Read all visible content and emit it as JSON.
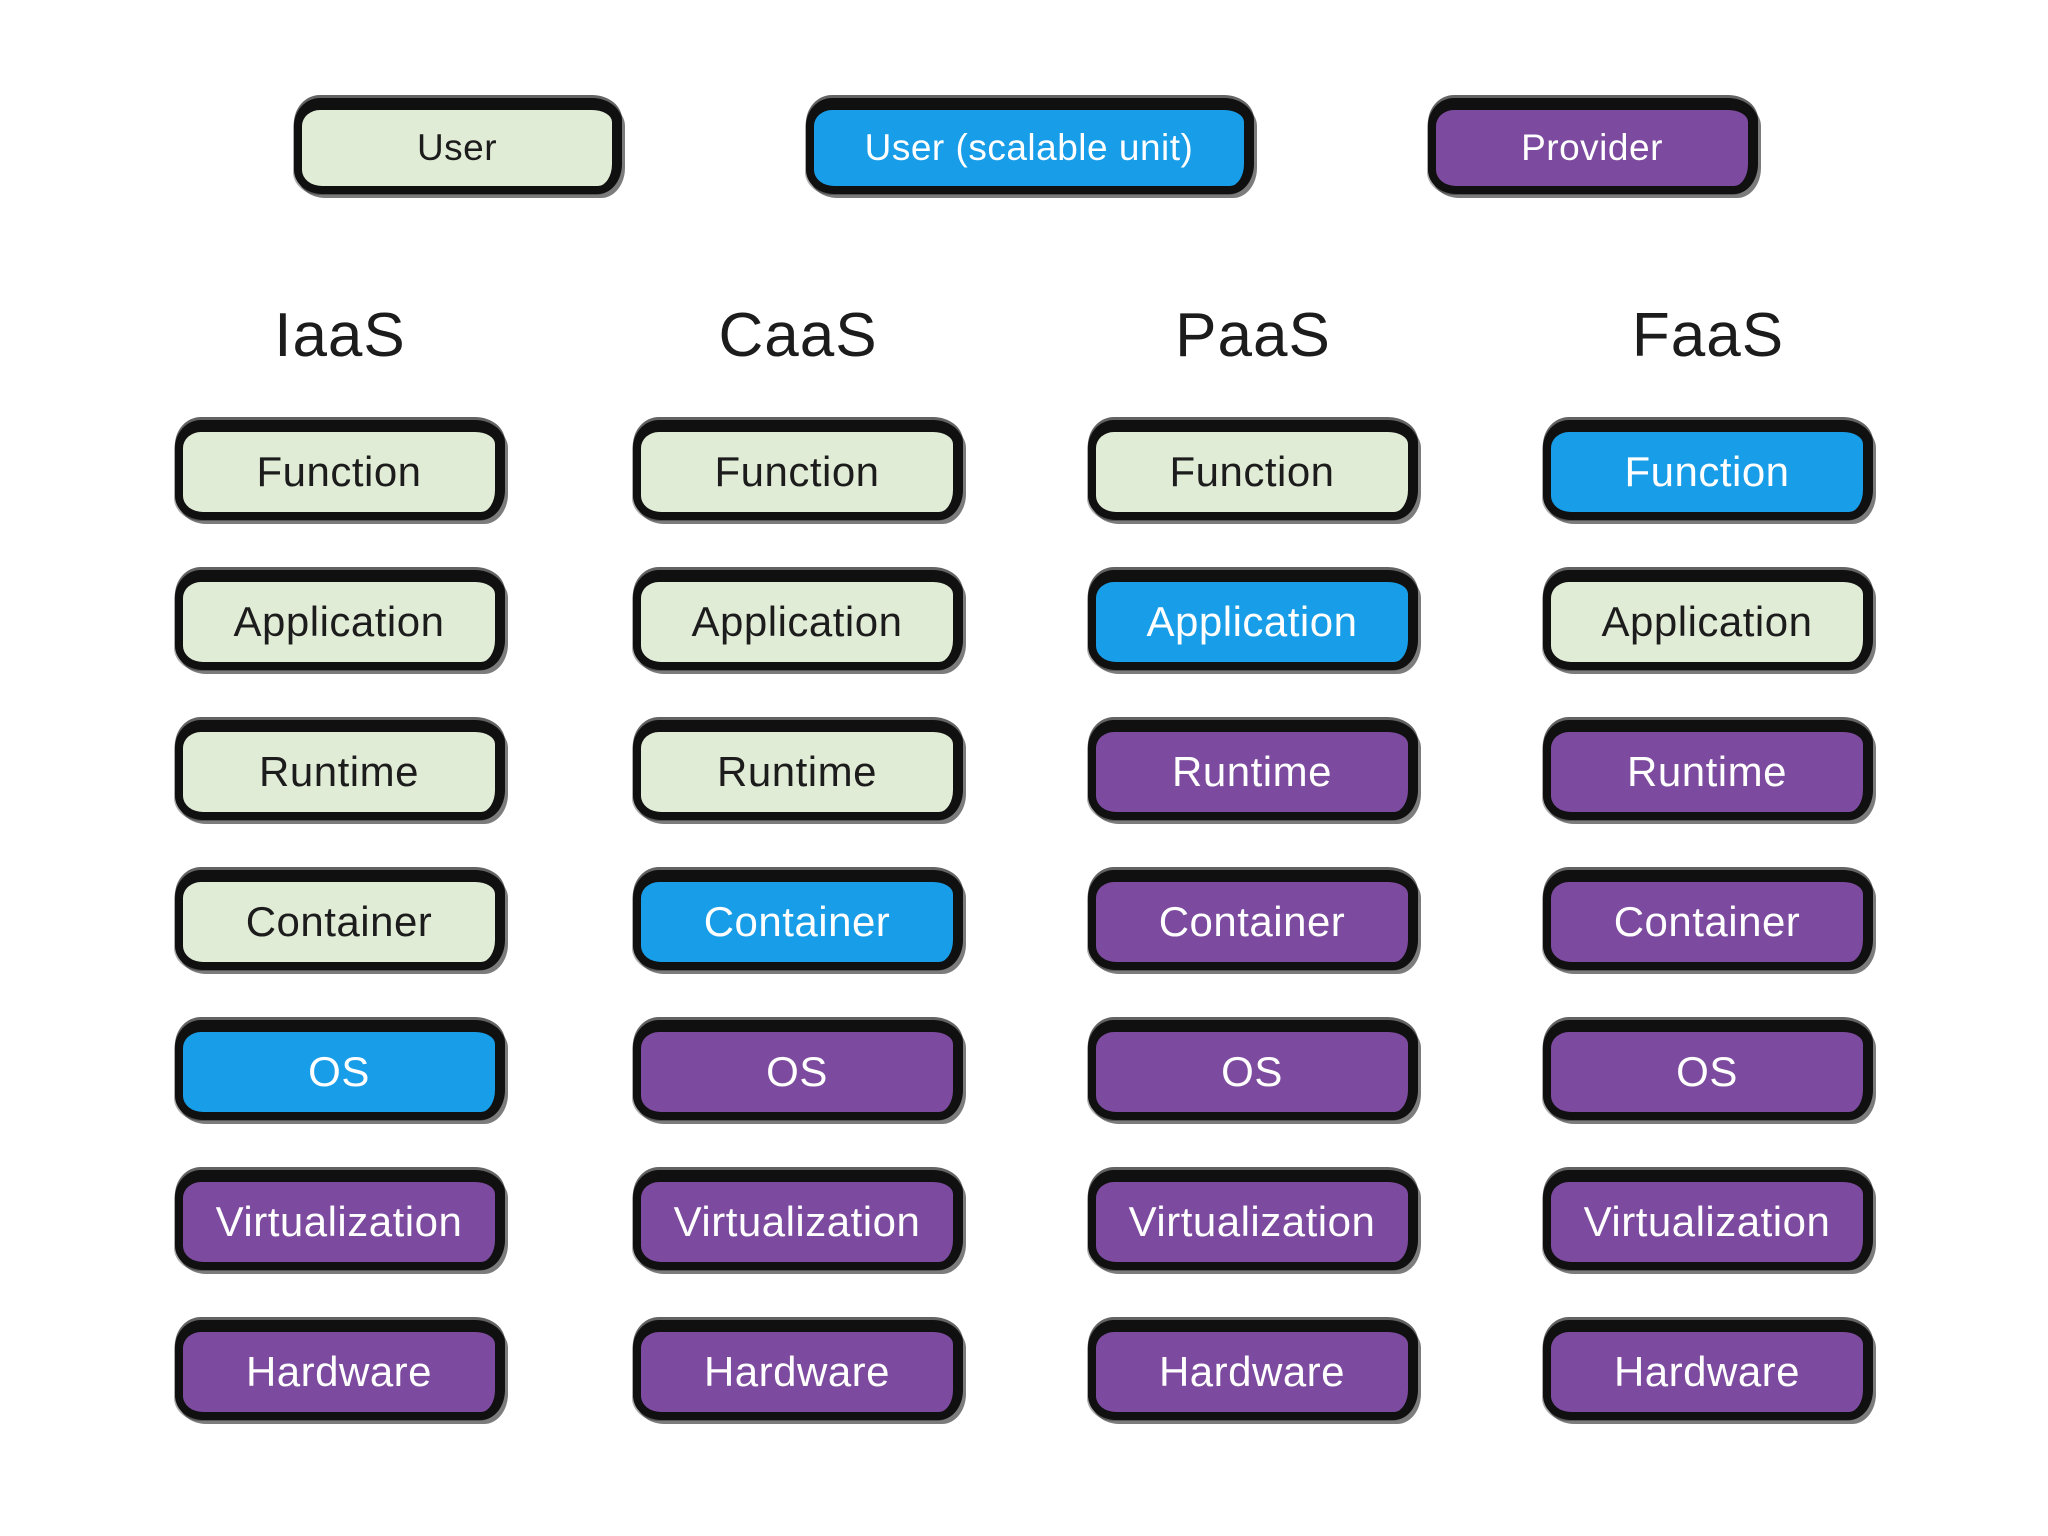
{
  "palette": {
    "user": {
      "bg": "#e1ecd6",
      "text": "#1c1c1c"
    },
    "scalable": {
      "bg": "#189de8",
      "text": "#ffffff"
    },
    "provider": {
      "bg": "#7c4a9e",
      "text": "#ffffff"
    },
    "border": "#101010",
    "background": "#ffffff"
  },
  "legend": {
    "items": [
      {
        "label": "User",
        "owner": "user"
      },
      {
        "label": "User (scalable unit)",
        "owner": "scalable"
      },
      {
        "label": "Provider",
        "owner": "provider"
      }
    ]
  },
  "columns": [
    {
      "title": "IaaS",
      "boxes": [
        {
          "label": "Function",
          "owner": "user"
        },
        {
          "label": "Application",
          "owner": "user"
        },
        {
          "label": "Runtime",
          "owner": "user"
        },
        {
          "label": "Container",
          "owner": "user"
        },
        {
          "label": "OS",
          "owner": "scalable"
        },
        {
          "label": "Virtualization",
          "owner": "provider"
        },
        {
          "label": "Hardware",
          "owner": "provider"
        }
      ]
    },
    {
      "title": "CaaS",
      "boxes": [
        {
          "label": "Function",
          "owner": "user"
        },
        {
          "label": "Application",
          "owner": "user"
        },
        {
          "label": "Runtime",
          "owner": "user"
        },
        {
          "label": "Container",
          "owner": "scalable"
        },
        {
          "label": "OS",
          "owner": "provider"
        },
        {
          "label": "Virtualization",
          "owner": "provider"
        },
        {
          "label": "Hardware",
          "owner": "provider"
        }
      ]
    },
    {
      "title": "PaaS",
      "boxes": [
        {
          "label": "Function",
          "owner": "user"
        },
        {
          "label": "Application",
          "owner": "scalable"
        },
        {
          "label": "Runtime",
          "owner": "provider"
        },
        {
          "label": "Container",
          "owner": "provider"
        },
        {
          "label": "OS",
          "owner": "provider"
        },
        {
          "label": "Virtualization",
          "owner": "provider"
        },
        {
          "label": "Hardware",
          "owner": "provider"
        }
      ]
    },
    {
      "title": "FaaS",
      "boxes": [
        {
          "label": "Function",
          "owner": "scalable"
        },
        {
          "label": "Application",
          "owner": "user"
        },
        {
          "label": "Runtime",
          "owner": "provider"
        },
        {
          "label": "Container",
          "owner": "provider"
        },
        {
          "label": "OS",
          "owner": "provider"
        },
        {
          "label": "Virtualization",
          "owner": "provider"
        },
        {
          "label": "Hardware",
          "owner": "provider"
        }
      ]
    }
  ]
}
